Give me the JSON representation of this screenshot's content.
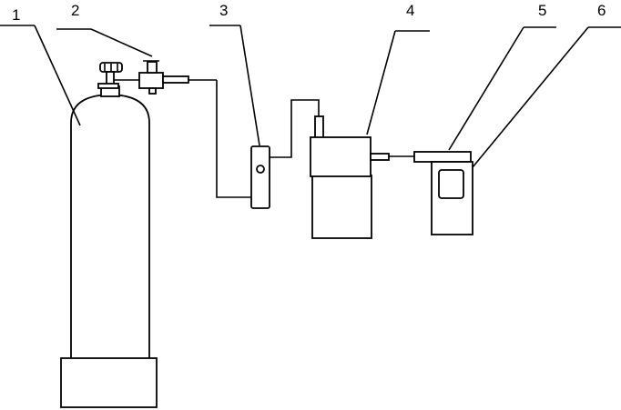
{
  "diagram": {
    "callouts": [
      "1",
      "2",
      "3",
      "4",
      "5",
      "6"
    ]
  },
  "colors": {
    "stroke": "#000000",
    "background": "#ffffff"
  }
}
